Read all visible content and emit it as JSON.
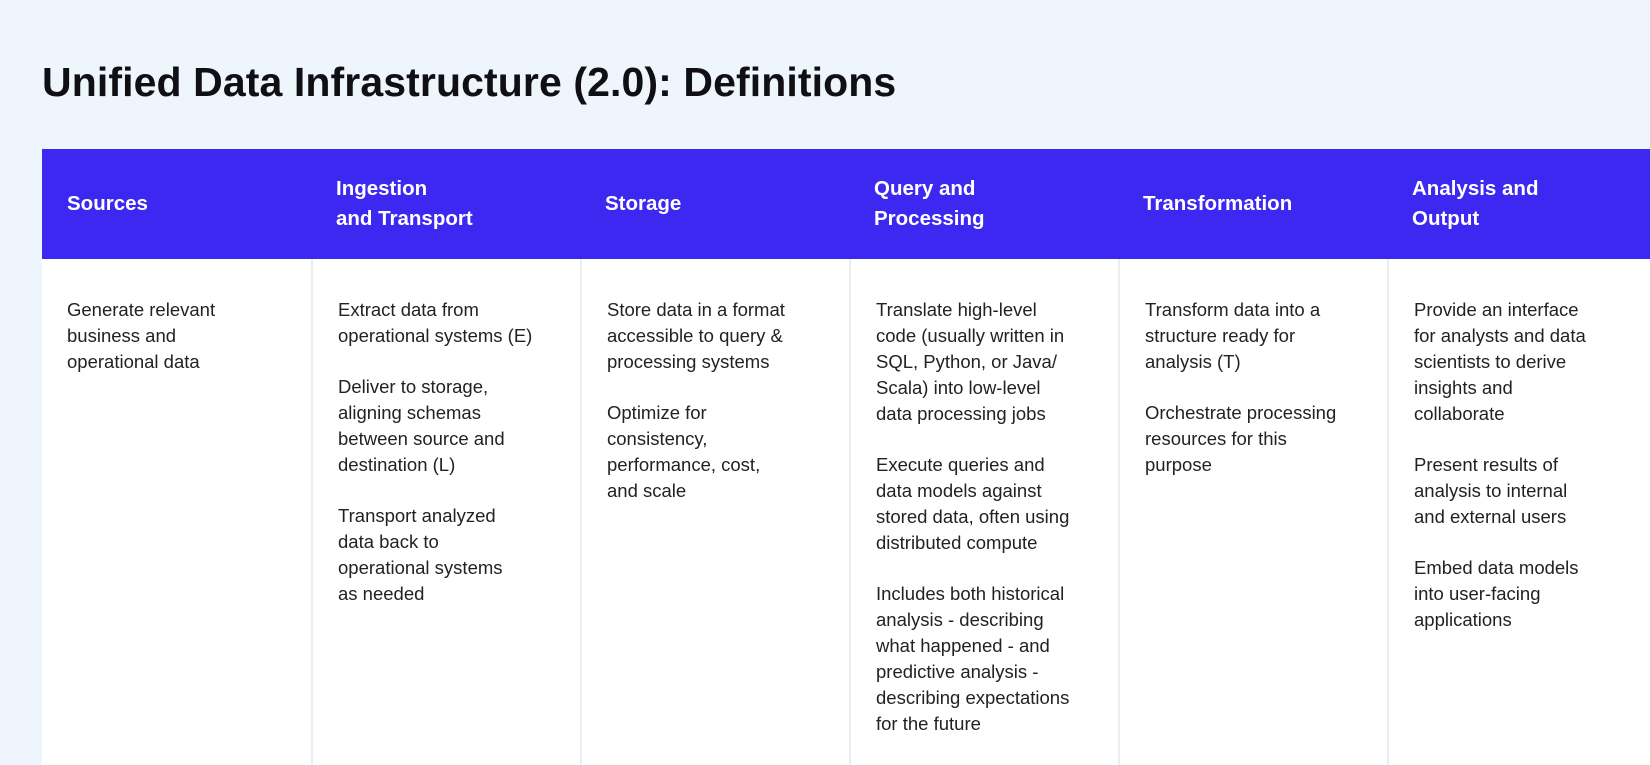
{
  "title": "Unified Data Infrastructure (2.0): Definitions",
  "colors": {
    "background": "#eef5fc",
    "header": "#3d28f2",
    "header_text": "#ffffff",
    "body_bg": "#ffffff"
  },
  "columns": [
    {
      "header": "Sources",
      "paragraphs": [
        "Generate relevant\nbusiness and\noperational data"
      ]
    },
    {
      "header": "Ingestion\nand Transport",
      "paragraphs": [
        "Extract data from\noperational systems (E)",
        "Deliver to storage,\naligning schemas\nbetween source and\ndestination (L)",
        "Transport analyzed\ndata back to\noperational systems\nas needed"
      ]
    },
    {
      "header": "Storage",
      "paragraphs": [
        "Store data in a format\naccessible to query &\nprocessing systems",
        "Optimize for\nconsistency,\nperformance, cost,\nand scale"
      ]
    },
    {
      "header": "Query and\nProcessing",
      "paragraphs": [
        "Translate high-level\ncode (usually written in\nSQL, Python, or Java/\nScala) into low-level\ndata processing jobs",
        "Execute queries and\ndata models against\nstored data, often using\ndistributed compute",
        "Includes both historical\nanalysis - describing\nwhat happened - and\npredictive analysis -\ndescribing expectations\nfor the future"
      ]
    },
    {
      "header": "Transformation",
      "paragraphs": [
        "Transform data into a\nstructure ready for\nanalysis (T)",
        "Orchestrate processing\nresources for this\npurpose"
      ]
    },
    {
      "header": "Analysis and\nOutput",
      "paragraphs": [
        "Provide an interface\nfor analysts and data\nscientists to derive\ninsights and\ncollaborate",
        "Present results of\nanalysis to internal\nand external users",
        "Embed data models\ninto user-facing\napplications"
      ]
    }
  ]
}
